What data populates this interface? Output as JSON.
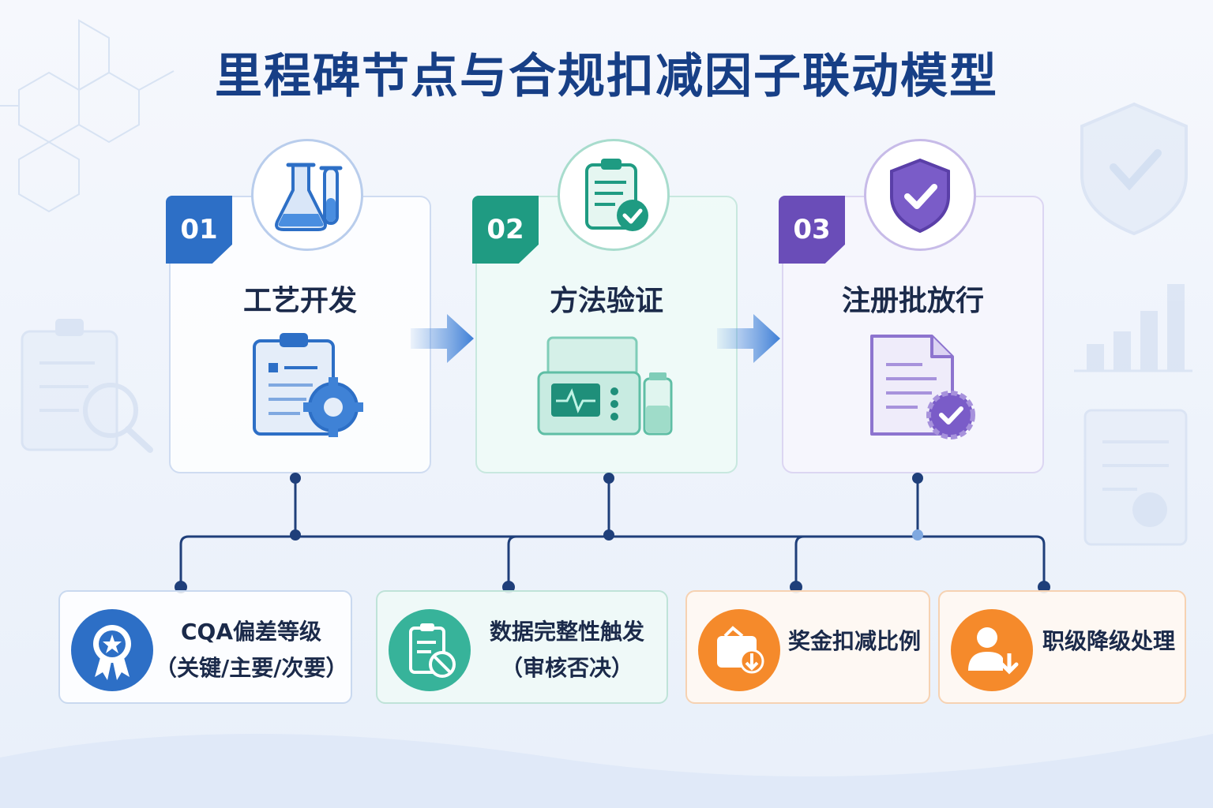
{
  "title": "里程碑节点与合规扣减因子联动模型",
  "stages": [
    {
      "number": "01",
      "label": "工艺开发",
      "icon": "flask-icon",
      "color": "#2d6fc6"
    },
    {
      "number": "02",
      "label": "方法验证",
      "icon": "clipboard-check-icon",
      "color": "#1f9b82"
    },
    {
      "number": "03",
      "label": "注册批放行",
      "icon": "shield-check-icon",
      "color": "#6a4db8"
    }
  ],
  "factors": [
    {
      "line1": "CQA偏差等级",
      "line2": "（关键/主要/次要）",
      "icon": "award-badge-icon",
      "color": "#2d6fc6"
    },
    {
      "line1": "数据完整性触发",
      "line2": "（审核否决）",
      "icon": "clipboard-block-icon",
      "color": "#37b39a"
    },
    {
      "line1": "奖金扣减比例",
      "line2": "",
      "icon": "wallet-down-icon",
      "color": "#f58a2b"
    },
    {
      "line1": "职级降级处理",
      "line2": "",
      "icon": "user-down-icon",
      "color": "#f58a2b"
    }
  ]
}
